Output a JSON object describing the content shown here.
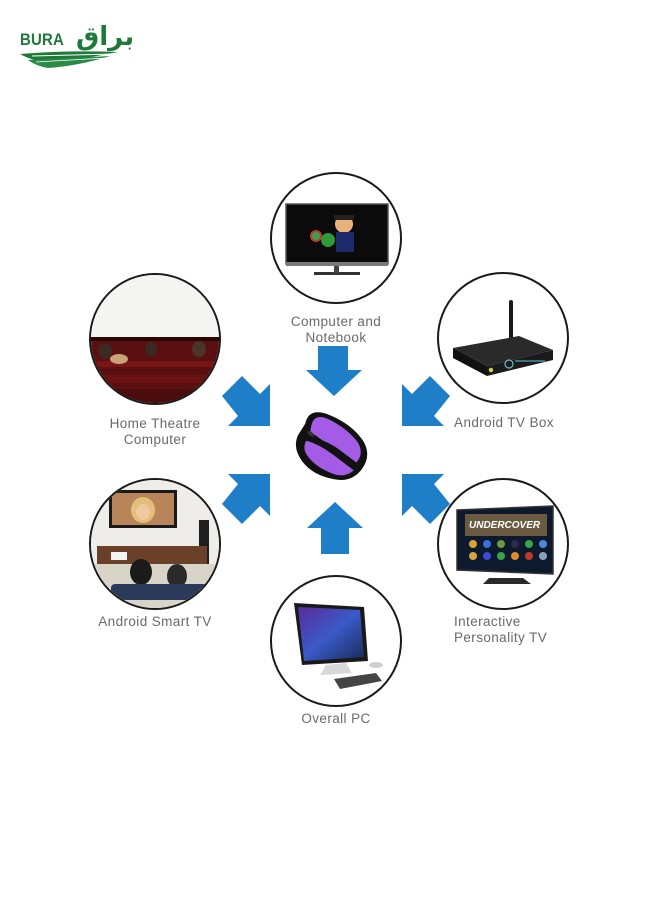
{
  "brand": {
    "latin": "BURA",
    "arabic": "براق",
    "color": "#1f7a3a"
  },
  "center": {
    "product": "purple-wireless-mouse",
    "colors": {
      "body": "#a45ce6",
      "trim": "#111111"
    }
  },
  "arrow_color": "#1e7fc8",
  "devices": [
    {
      "id": "computer-notebook",
      "label_line1": "Computer and",
      "label_line2": "Notebook",
      "icon": "flat-tv-icon"
    },
    {
      "id": "home-theatre",
      "label_line1": "Home Theatre",
      "label_line2": "Computer",
      "icon": "cinema-seats-icon"
    },
    {
      "id": "android-tv-box",
      "label_line1": "Android TV Box",
      "label_line2": "",
      "icon": "set-top-box-icon"
    },
    {
      "id": "android-smart-tv",
      "label_line1": "Android Smart TV",
      "label_line2": "",
      "icon": "living-room-tv-icon"
    },
    {
      "id": "interactive-tv",
      "label_line1": "Interactive",
      "label_line2": "Personality TV",
      "icon": "smart-tv-apps-icon"
    },
    {
      "id": "overall-pc",
      "label_line1": "Overall PC",
      "label_line2": "",
      "icon": "all-in-one-pc-icon"
    }
  ],
  "screen_text": {
    "interactive_tv_banner": "UNDERCOVER"
  }
}
